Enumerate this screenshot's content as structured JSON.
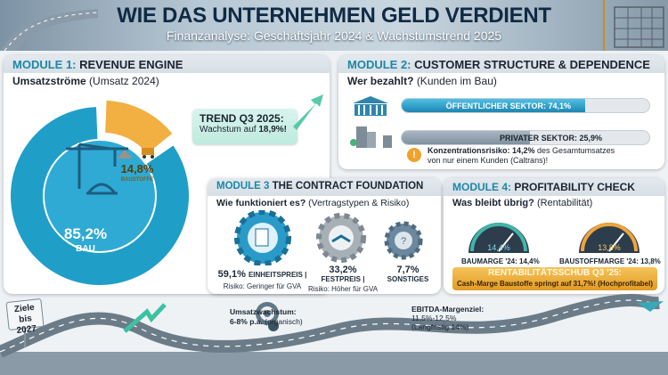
{
  "header": {
    "title": "WIE DAS UNTERNEHMEN GELD VERDIENT",
    "subtitle": "Finanzanalyse: Geschäftsjahr 2024 & Wachstumstrend 2025"
  },
  "module1": {
    "prefix": "MODULE 1:",
    "title": "REVENUE ENGINE",
    "subtitle_bold": "Umsatzströme",
    "subtitle_rest": "(Umsatz 2024)",
    "slices": [
      {
        "label": "BAU",
        "value": 85.2,
        "display": "85,2%",
        "color": "#1f9fc7"
      },
      {
        "label": "BAUSTOFFE",
        "value": 14.8,
        "display": "14,8%",
        "color": "#f1b041"
      }
    ],
    "trend_title": "TREND Q3 2025:",
    "trend_text": "Wachstum auf",
    "trend_value": "18,9%!"
  },
  "module2": {
    "prefix": "MODULE 2:",
    "title": "CUSTOMER STRUCTURE & DEPENDENCE",
    "subtitle_bold": "Wer bezahlt?",
    "subtitle_rest": "(Kunden im Bau)",
    "public_label": "ÖFFENTLICHER SEKTOR: 74,1%",
    "public_value": 74.1,
    "private_label": "PRIVATER SEKTOR: 25,9%",
    "private_value": 25.9,
    "risk_bold": "Konzentrationsrisiko: 14,2%",
    "risk_text": "des Gesamtumsatzes",
    "risk_text2": "von nur einem Kunden (Caltrans)!"
  },
  "module3": {
    "prefix": "MODULE 3",
    "title": "THE CONTRACT FOUNDATION",
    "subtitle_bold": "Wie funktioniert es?",
    "subtitle_rest": "(Vertragstypen & Risiko)",
    "items": [
      {
        "pct": "59,1%",
        "label": "EINHEITSPREIS |",
        "risk": "Risiko: Geringer für GVA"
      },
      {
        "pct": "33,2%",
        "label": "FESTPREIS |",
        "risk": "Risiko: Höher für GVA"
      },
      {
        "pct": "7,7%",
        "label": "SONSTIGES"
      }
    ]
  },
  "module4": {
    "prefix": "MODULE 4:",
    "title": "PROFITABILITY CHECK",
    "subtitle_bold": "Was bleibt übrig?",
    "subtitle_rest": "(Rentabilität)",
    "gauges": [
      {
        "value": "14,4%",
        "pct": 14.4,
        "label": "BAUMARGE '24: 14,4%"
      },
      {
        "value": "13,8%",
        "pct": 13.8,
        "label": "BAUSTOFFMARGE '24: 13,8%"
      }
    ],
    "boost_title": "RENTABILITÄTSSCHUB Q3 '25:",
    "boost_text": "Cash-Marge Baustoffe springt auf 31,7%! (Hochprofitabel)"
  },
  "goals": {
    "sign": "Ziele bis 2027",
    "growth_title": "Umsatzwachstum:",
    "growth_value": "6-8% p.a.",
    "growth_note": "(organisch)",
    "ebitda_title": "EBITDA-Margenziel:",
    "ebitda_value": "11,5%-12,5%",
    "ebitda_note": "(Langfristig 14%)"
  }
}
